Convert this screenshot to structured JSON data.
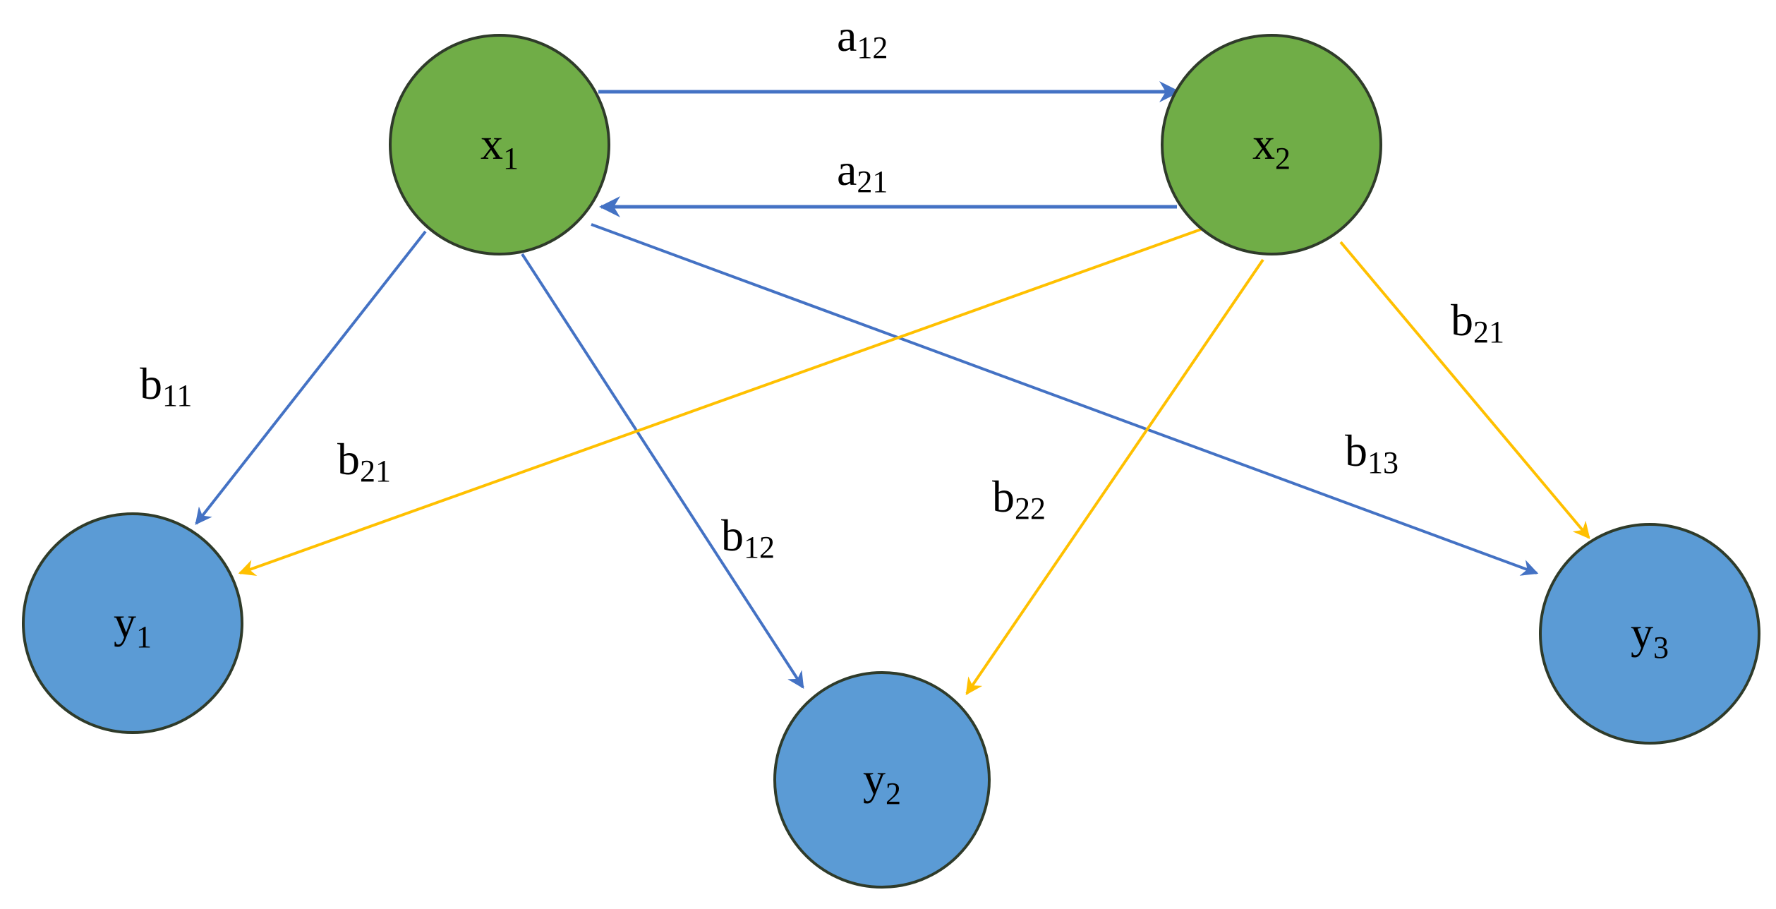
{
  "colors": {
    "x_node_fill": "#70ad47",
    "y_node_fill": "#5b9bd5",
    "node_stroke": "#2f3b2a",
    "blue_edge": "#4472c4",
    "gold_edge": "#ffc000"
  },
  "nodes": {
    "x1": {
      "base": "x",
      "sub": "1"
    },
    "x2": {
      "base": "x",
      "sub": "2"
    },
    "y1": {
      "base": "y",
      "sub": "1"
    },
    "y2": {
      "base": "y",
      "sub": "2"
    },
    "y3": {
      "base": "y",
      "sub": "3"
    }
  },
  "edges": {
    "a12": {
      "from": "x1",
      "to": "x2",
      "label": {
        "base": "a",
        "sub": "12"
      },
      "color": "blue"
    },
    "a21": {
      "from": "x2",
      "to": "x1",
      "label": {
        "base": "a",
        "sub": "21"
      },
      "color": "blue"
    },
    "b11": {
      "from": "x1",
      "to": "y1",
      "label": {
        "base": "b",
        "sub": "11"
      },
      "color": "blue"
    },
    "b12": {
      "from": "x1",
      "to": "y2",
      "label": {
        "base": "b",
        "sub": "12"
      },
      "color": "blue"
    },
    "b13": {
      "from": "x1",
      "to": "y3",
      "label": {
        "base": "b",
        "sub": "13"
      },
      "color": "blue"
    },
    "b21_left": {
      "from": "x2",
      "to": "y1",
      "label": {
        "base": "b",
        "sub": "21"
      },
      "color": "gold"
    },
    "b22": {
      "from": "x2",
      "to": "y2",
      "label": {
        "base": "b",
        "sub": "22"
      },
      "color": "gold"
    },
    "b21_right": {
      "from": "x2",
      "to": "y3",
      "label": {
        "base": "b",
        "sub": "21"
      },
      "color": "gold"
    }
  }
}
